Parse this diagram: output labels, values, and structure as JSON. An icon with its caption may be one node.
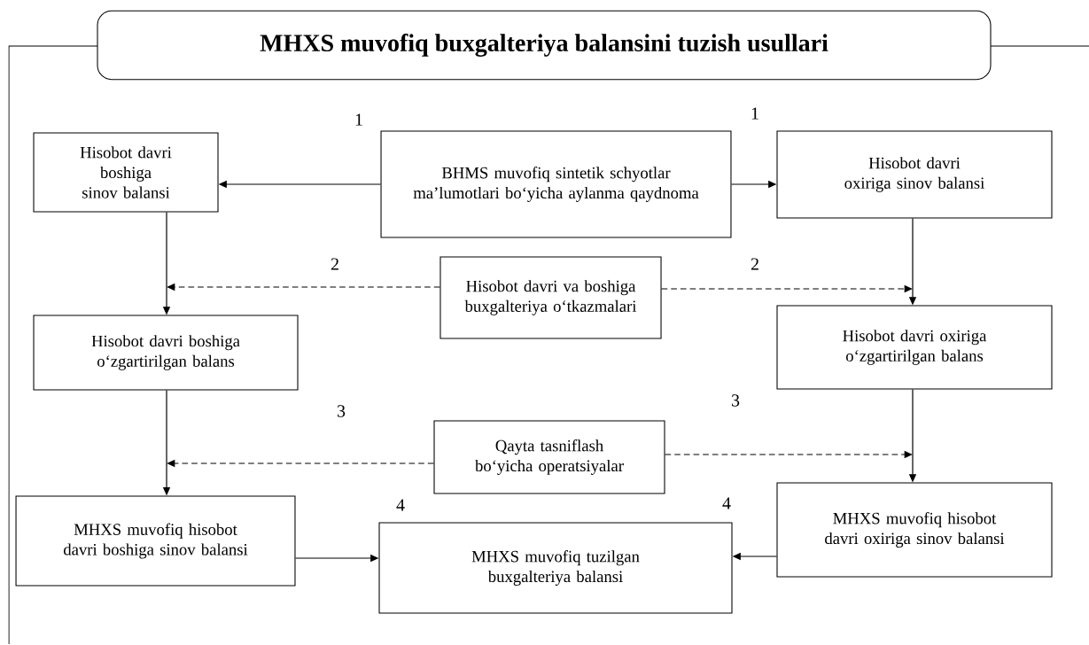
{
  "diagram": {
    "title": "MHXS muvofiq buxgalteriya balansini tuzish usullari",
    "nodes": [
      {
        "text": [
          "Hisobot davri boshiga sinov balansi"
        ]
      },
      {
        "text": [
          "BHMS muvofiq sintetik schyotlar ma’lumotlari bo‘yicha aylanma qaydnoma"
        ]
      },
      {
        "text": [
          "Hisobot davri oxiriga sinov balansi"
        ]
      },
      {
        "text": [
          "Hisobot davri va boshiga buxgalteriya o‘tkazmalari"
        ]
      },
      {
        "text": [
          "Hisobot davri boshiga o‘zgartirilgan balans"
        ]
      },
      {
        "text": [
          "Hisobot davri oxiriga o‘zgartirilgan balans"
        ]
      },
      {
        "text": [
          "Qayta tasniflash bo‘yicha operatsiyalar"
        ]
      },
      {
        "text": [
          "MHXS muvofiq hisobot davri boshiga sinov balansi"
        ]
      },
      {
        "text": [
          "MHXS muvofiq hisobot davri oxiriga sinov balansi"
        ]
      },
      {
        "text": [
          "MHXS muvofiq tuzilgan buxgalteriya balansi"
        ]
      }
    ],
    "edges": [
      {
        "from": 1,
        "to": 0,
        "arrow": "to",
        "label": "1"
      },
      {
        "from": 1,
        "to": 2,
        "arrow": "to",
        "label": "1"
      },
      {
        "from": 0,
        "to": 4,
        "arrow": "to"
      },
      {
        "from": 3,
        "to": null,
        "arrow": "to",
        "style": "dashed",
        "label": "2"
      },
      {
        "from": 3,
        "to": null,
        "arrow": "to",
        "style": "dashed",
        "label": "2"
      },
      {
        "from": 2,
        "to": 5,
        "arrow": "to"
      },
      {
        "from": 4,
        "to": 7,
        "arrow": "to"
      },
      {
        "from": 6,
        "to": null,
        "arrow": "to",
        "style": "dashed",
        "label": "3"
      },
      {
        "from": 6,
        "to": null,
        "arrow": "to",
        "style": "dashed",
        "label": "3"
      },
      {
        "from": 5,
        "to": 8,
        "arrow": "to"
      },
      {
        "from": 7,
        "to": 9,
        "arrow": "to",
        "label": "4"
      },
      {
        "from": 8,
        "to": 9,
        "arrow": "to",
        "label": "4"
      }
    ]
  }
}
